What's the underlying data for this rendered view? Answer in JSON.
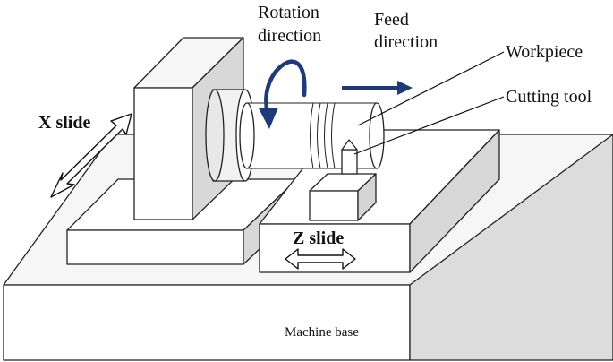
{
  "labels": {
    "rotation_line1": "Rotation",
    "rotation_line2": "direction",
    "feed_line1": "Feed",
    "feed_line2": "direction",
    "workpiece": "Workpiece",
    "cutting_tool": "Cutting tool",
    "x_slide": "X slide",
    "z_slide": "Z slide",
    "machine_base": "Machine base"
  },
  "colors": {
    "arrow_blue": "#1f3a78",
    "outline": "#222222",
    "light_face": "#ffffff",
    "mid_face": "#f3f3f3",
    "dark_face": "#d9d9d9"
  }
}
